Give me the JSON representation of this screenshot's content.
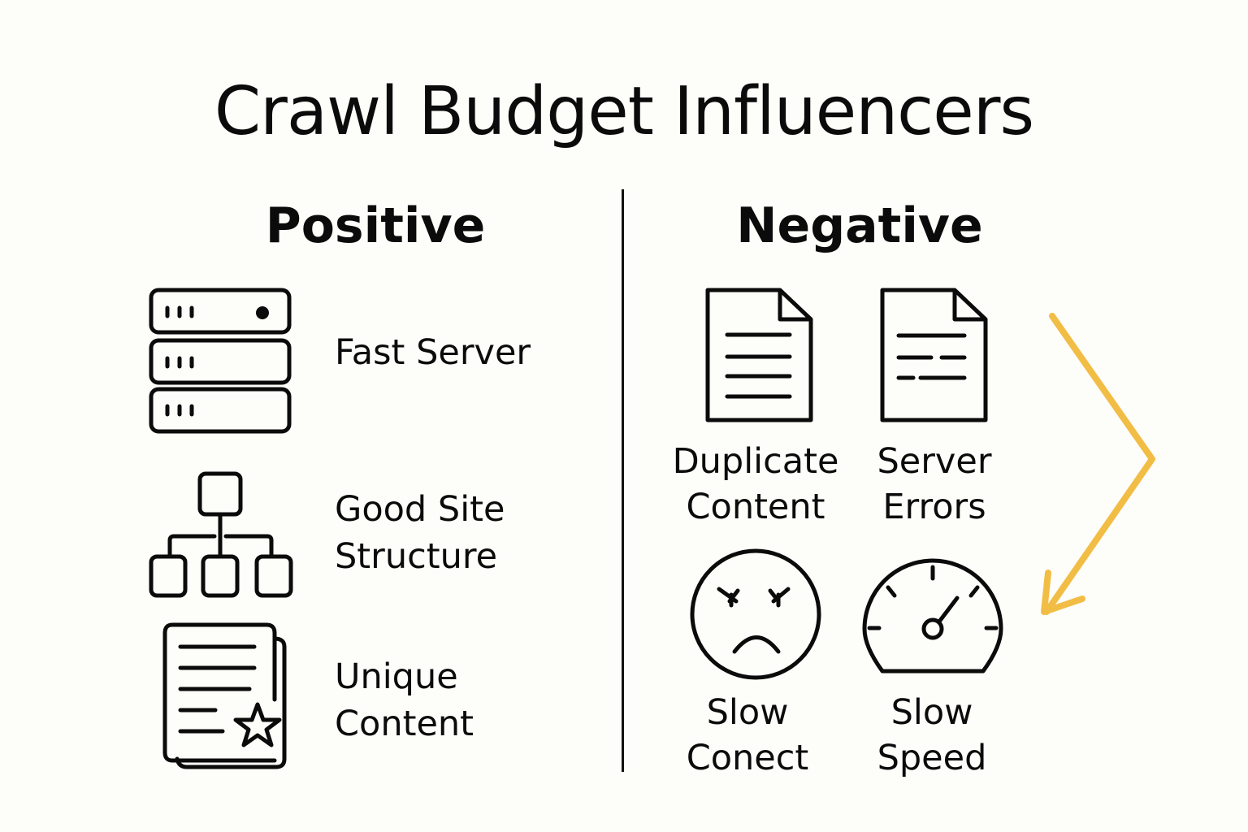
{
  "title": "Crawl Budget Influencers",
  "colors": {
    "background": "#fdfdf9",
    "ink": "#0b0b0b",
    "arrow": "#f2bd45"
  },
  "positive": {
    "heading": "Positive",
    "items": [
      {
        "icon": "server-stack-icon",
        "line1": "Fast Server",
        "line2": ""
      },
      {
        "icon": "site-structure-icon",
        "line1": "Good Site",
        "line2": "Structure"
      },
      {
        "icon": "document-star-icon",
        "line1": "Unique",
        "line2": "Content"
      }
    ]
  },
  "negative": {
    "heading": "Negative",
    "items": [
      {
        "icon": "document-icon",
        "line1": "Duplicate",
        "line2": "Content"
      },
      {
        "icon": "document-broken-lines-icon",
        "line1": "Server",
        "line2": "Errors"
      },
      {
        "icon": "angry-face-icon",
        "line1": "Slow",
        "line2": "Conect"
      },
      {
        "icon": "speedometer-icon",
        "line1": "Slow",
        "line2": "Speed"
      }
    ]
  },
  "annotation": {
    "icon": "zigzag-arrow-icon"
  }
}
